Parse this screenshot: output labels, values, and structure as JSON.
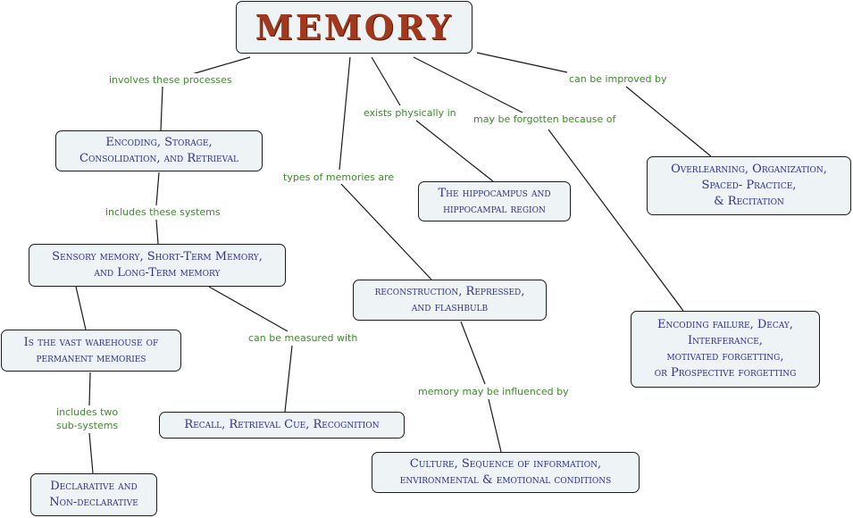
{
  "title": "MEMORY",
  "nodes": {
    "processes": "Encoding, Storage,\nConsolidation, and Retrieval",
    "systems": "Sensory memory, Short-Term Memory,\nand Long-Term memory",
    "warehouse": "Is the vast warehouse of\npermanent memories",
    "subsystems": "Declarative and\nNon-declarative",
    "measures": "Recall, Retrieval Cue, Recognition",
    "hippocampus": "The hippocampus and\nhippocampal region",
    "types": "reconstruction, Repressed,\nand flashbulb",
    "influences": "Culture, Sequence of information,\nenvironmental & emotional conditions",
    "improve": "Overlearning, Organization,\nSpaced- Practice,\n& Recitation",
    "forget": "Encoding failure, Decay,\nInterferance,\nmotivated forgetting,\nor Prospective forgetting"
  },
  "labels": {
    "involves": "involves these processes",
    "includes_systems": "includes these systems",
    "types_are": "types of memories are",
    "exists": "exists physically in",
    "forgotten": "may be forgotten because of",
    "improved": "can be improved by",
    "measured": "can be measured with",
    "sub_systems": "includes two\nsub-systems",
    "influenced": "memory may be influenced by"
  }
}
